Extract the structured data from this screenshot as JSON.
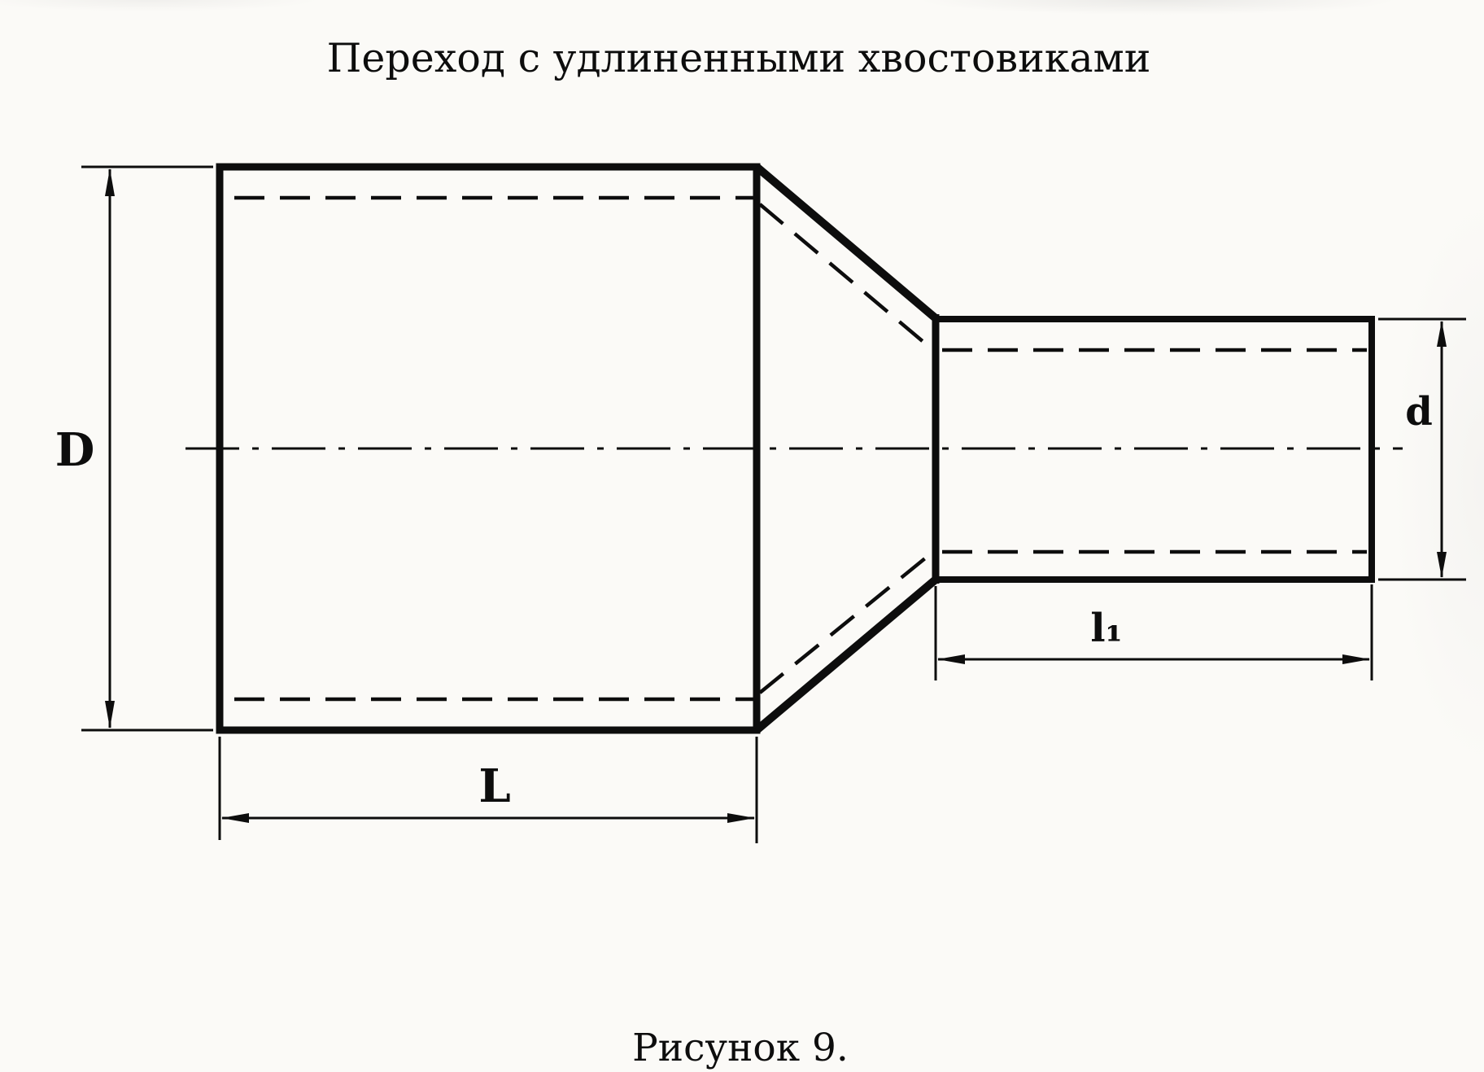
{
  "title": "Переход с удлиненными хвостовиками",
  "caption": "Рисунок 9.",
  "labels": {
    "large_diameter": "D",
    "small_diameter": "d",
    "large_length": "L",
    "small_length": "l₁"
  },
  "colors": {
    "ink": "#0d0d0d",
    "paper": "#fbfaf7"
  }
}
